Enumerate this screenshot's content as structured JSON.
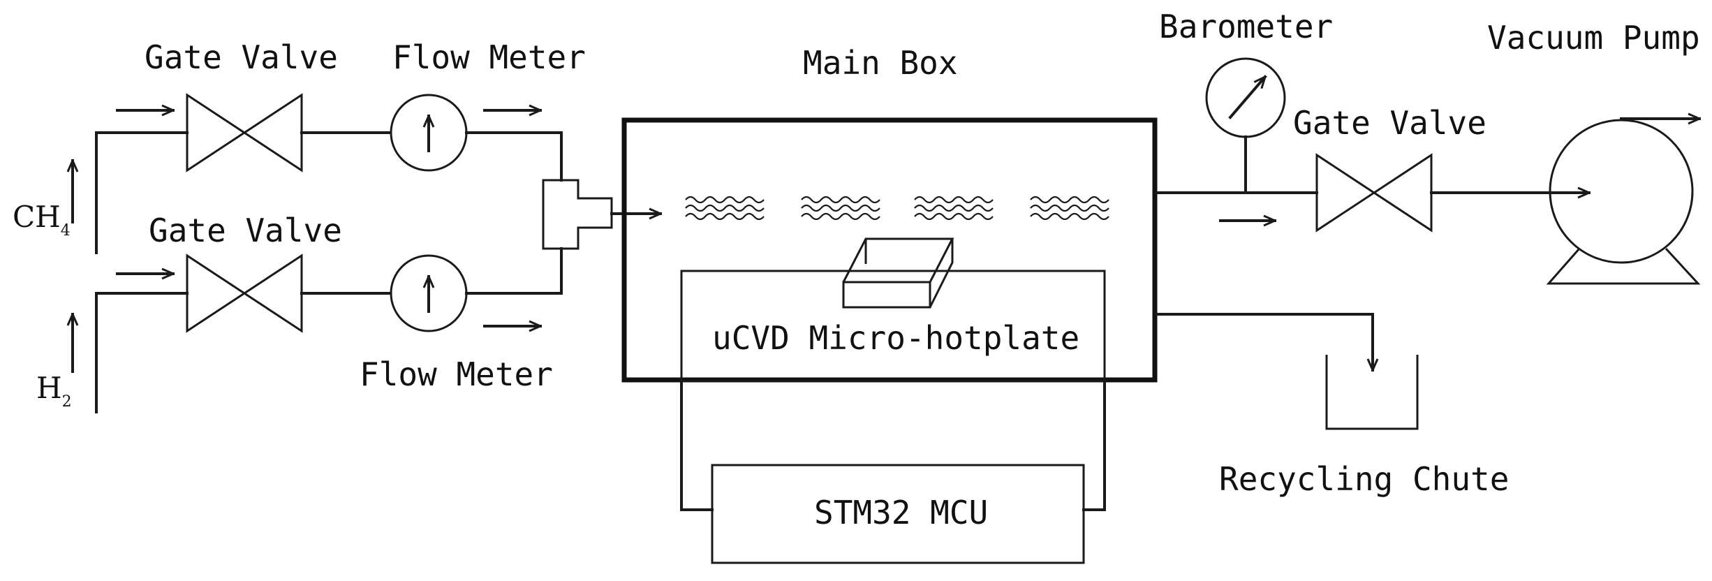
{
  "labels": {
    "gate_valve_ch4": "Gate Valve",
    "flow_meter_ch4": "Flow Meter",
    "gate_valve_h2": "Gate Valve",
    "flow_meter_h2": "Flow Meter",
    "main_box": "Main Box",
    "micro_hotplate": "uCVD Micro-hotplate",
    "mcu": "STM32 MCU",
    "barometer": "Barometer",
    "gate_valve_out": "Gate Valve",
    "vacuum_pump": "Vacuum Pump",
    "recycling_chute": "Recycling Chute"
  },
  "gases": {
    "ch4_main": "CH",
    "ch4_sub": "4",
    "h2_main": "H",
    "h2_sub": "2"
  }
}
